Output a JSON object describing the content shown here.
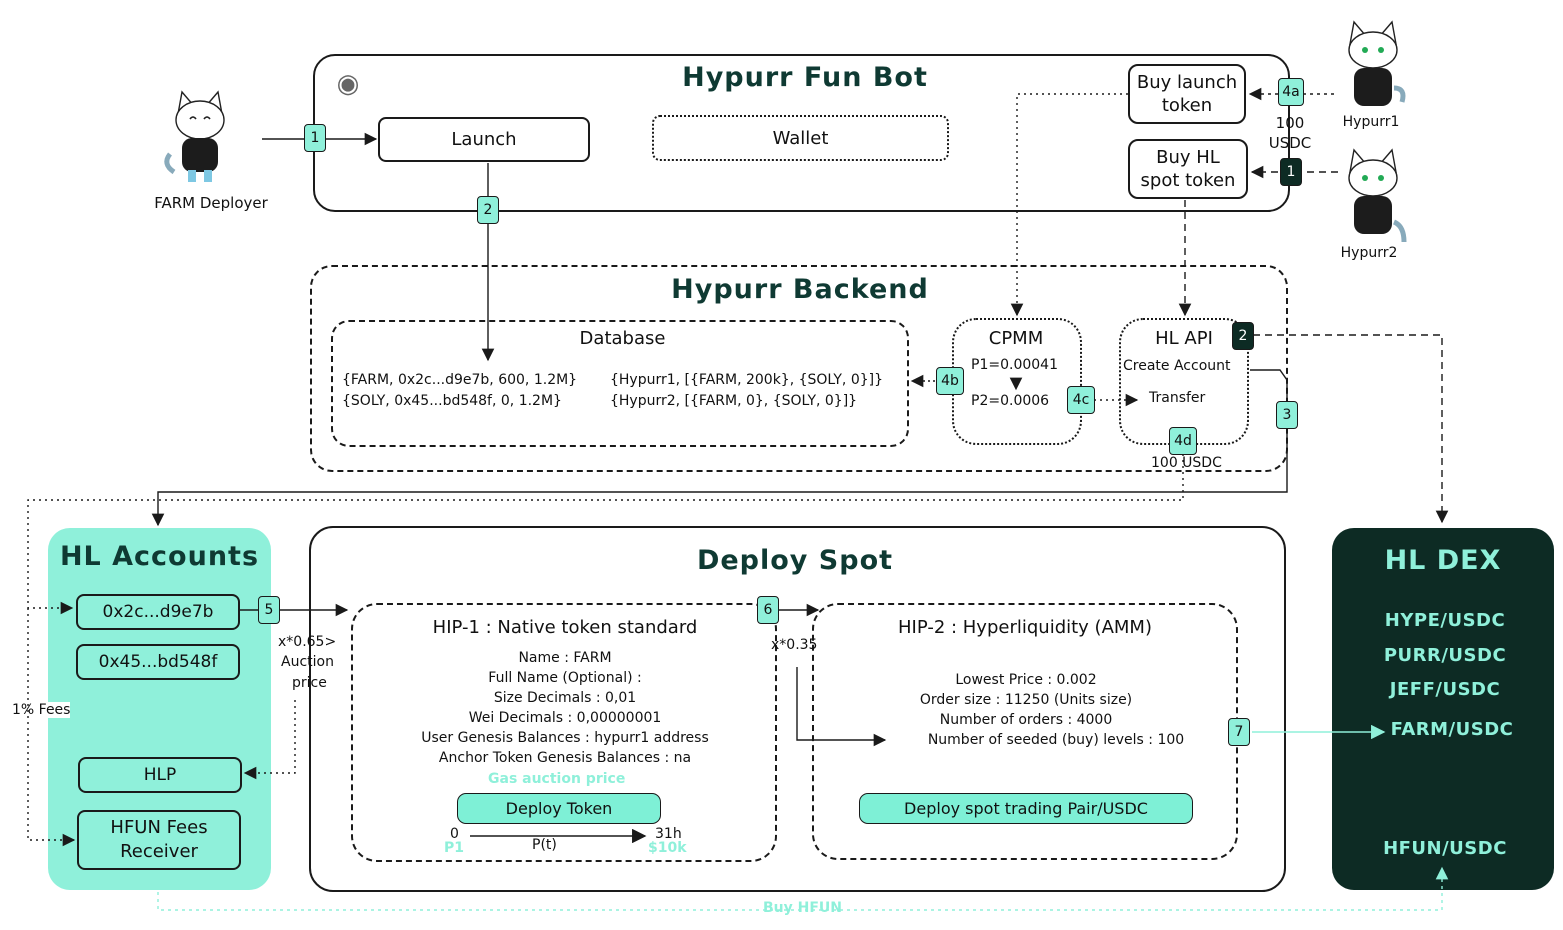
{
  "colors": {
    "teal": "#8ff0da",
    "dark": "#0d2b24",
    "line": "#1a1a1a"
  },
  "actors": {
    "deployer": "FARM Deployer",
    "user1": "Hypurr1",
    "user2": "Hypurr2"
  },
  "bot": {
    "title": "Hypurr Fun Bot",
    "launch": "Launch",
    "wallet": "Wallet",
    "buy_launch": [
      "Buy launch",
      "token"
    ],
    "buy_hl": [
      "Buy HL",
      "spot token"
    ],
    "amount": [
      "100",
      "USDC"
    ]
  },
  "backend": {
    "title": "Hypurr Backend",
    "database": {
      "title": "Database",
      "tokens": [
        "{FARM, 0x2c...d9e7b, 600, 1.2M}",
        "{SOLY, 0x45...bd548f, 0, 1.2M}"
      ],
      "users": [
        "{Hypurr1, [{FARM, 200k}, {SOLY, 0}]}",
        "{Hypurr2, [{FARM, 0}, {SOLY, 0}]}"
      ]
    },
    "cpmm": {
      "title": "CPMM",
      "p1": "P1=0.00041",
      "p2": "P2=0.0006"
    },
    "hlapi": {
      "title": "HL API",
      "create": "Create Account",
      "transfer": "Transfer",
      "amount": "100 USDC"
    }
  },
  "accounts": {
    "title": "HL Accounts",
    "items": [
      "0x2c...d9e7b",
      "0x45...bd548f",
      "HLP"
    ],
    "fees_receiver": [
      "HFUN Fees",
      "Receiver"
    ],
    "fees_label": "1% Fees"
  },
  "deploy": {
    "title": "Deploy Spot",
    "auction_label": [
      "x*0.65>",
      "Auction",
      "price"
    ],
    "split_label": "x*0.35",
    "hip1": {
      "title": "HIP-1 : Native token standard",
      "fields": [
        "Name : FARM",
        "Full Name (Optional) :",
        "Size Decimals : 0,01",
        "Wei Decimals : 0,00000001",
        "User Genesis Balances : hypurr1 address",
        "Anchor Token Genesis Balances : na"
      ],
      "gas_note": "Gas auction price",
      "button": "Deploy Token",
      "timeline": {
        "start": "0",
        "end": "31h",
        "start_value": "P1",
        "curve": "P(t)",
        "end_value": "$10k"
      }
    },
    "hip2": {
      "title": "HIP-2 : Hyperliquidity (AMM)",
      "fields": [
        "Lowest Price : 0.002",
        "Order size : 11250 (Units size)",
        "Number of orders : 4000",
        "Number of seeded (buy) levels : 100"
      ],
      "button": "Deploy spot trading Pair/USDC"
    }
  },
  "dex": {
    "title": "HL DEX",
    "pairs": [
      "HYPE/USDC",
      "PURR/USDC",
      "JEFF/USDC",
      "FARM/USDC",
      "HFUN/USDC"
    ],
    "buy_label": "Buy HFUN"
  },
  "steps": [
    "1",
    "2",
    "3",
    "4a",
    "4b",
    "4c",
    "4d",
    "5",
    "6",
    "7",
    "1",
    "2"
  ]
}
